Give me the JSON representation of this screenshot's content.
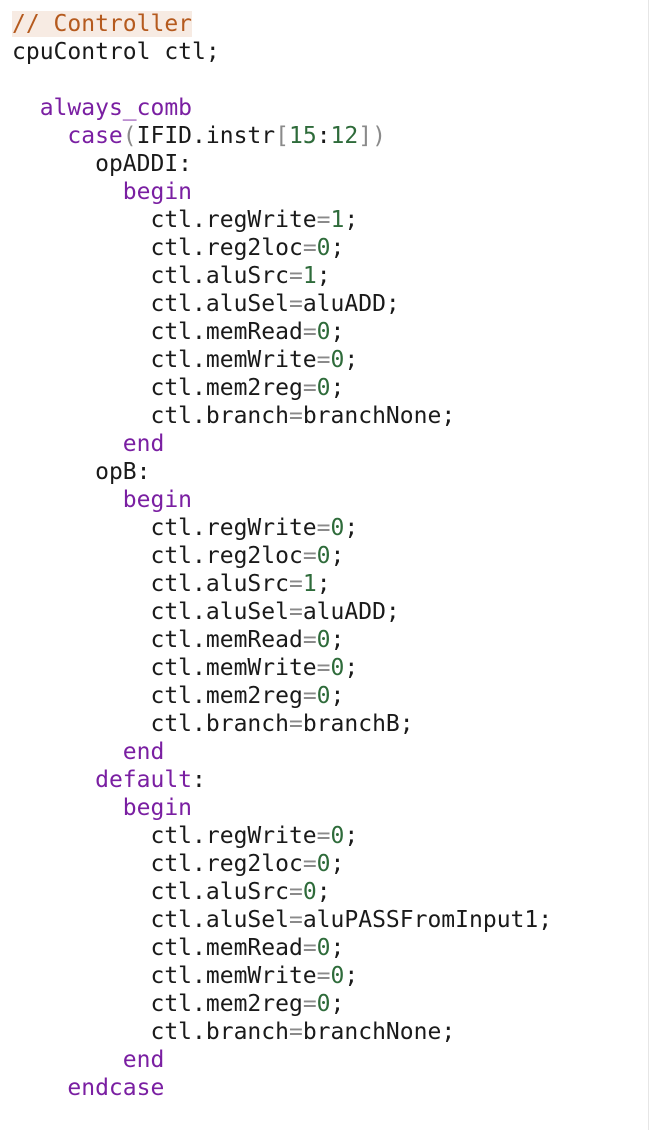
{
  "editor": {
    "colors": {
      "comment": "#b55a1e",
      "comment_bg": "#f7ebe3",
      "keyword": "#7a1fa2",
      "number": "#2e6b3a",
      "operator": "#8a8a8a",
      "identifier": "#1a1a1a"
    },
    "lines": [
      {
        "indent": 0,
        "tokens": [
          {
            "t": "comment",
            "v": "// Controller"
          }
        ]
      },
      {
        "indent": 0,
        "tokens": [
          {
            "t": "ident",
            "v": "cpuControl ctl;"
          }
        ]
      },
      {
        "indent": 0,
        "tokens": []
      },
      {
        "indent": 1,
        "tokens": [
          {
            "t": "kw",
            "v": "always_comb"
          }
        ]
      },
      {
        "indent": 2,
        "tokens": [
          {
            "t": "kw",
            "v": "case"
          },
          {
            "t": "br",
            "v": "("
          },
          {
            "t": "ident",
            "v": "IFID.instr"
          },
          {
            "t": "br",
            "v": "["
          },
          {
            "t": "num",
            "v": "15"
          },
          {
            "t": "punct",
            "v": ":"
          },
          {
            "t": "num",
            "v": "12"
          },
          {
            "t": "br",
            "v": "])"
          }
        ]
      },
      {
        "indent": 3,
        "tokens": [
          {
            "t": "ident",
            "v": "opADDI:"
          }
        ]
      },
      {
        "indent": 4,
        "tokens": [
          {
            "t": "kw",
            "v": "begin"
          }
        ]
      },
      {
        "indent": 5,
        "tokens": [
          {
            "t": "ident",
            "v": "ctl.regWrite"
          },
          {
            "t": "op",
            "v": "="
          },
          {
            "t": "num",
            "v": "1"
          },
          {
            "t": "punct",
            "v": ";"
          }
        ]
      },
      {
        "indent": 5,
        "tokens": [
          {
            "t": "ident",
            "v": "ctl.reg2loc"
          },
          {
            "t": "op",
            "v": "="
          },
          {
            "t": "num",
            "v": "0"
          },
          {
            "t": "punct",
            "v": ";"
          }
        ]
      },
      {
        "indent": 5,
        "tokens": [
          {
            "t": "ident",
            "v": "ctl.aluSrc"
          },
          {
            "t": "op",
            "v": "="
          },
          {
            "t": "num",
            "v": "1"
          },
          {
            "t": "punct",
            "v": ";"
          }
        ]
      },
      {
        "indent": 5,
        "tokens": [
          {
            "t": "ident",
            "v": "ctl.aluSel"
          },
          {
            "t": "op",
            "v": "="
          },
          {
            "t": "ident",
            "v": "aluADD"
          },
          {
            "t": "punct",
            "v": ";"
          }
        ]
      },
      {
        "indent": 5,
        "tokens": [
          {
            "t": "ident",
            "v": "ctl.memRead"
          },
          {
            "t": "op",
            "v": "="
          },
          {
            "t": "num",
            "v": "0"
          },
          {
            "t": "punct",
            "v": ";"
          }
        ]
      },
      {
        "indent": 5,
        "tokens": [
          {
            "t": "ident",
            "v": "ctl.memWrite"
          },
          {
            "t": "op",
            "v": "="
          },
          {
            "t": "num",
            "v": "0"
          },
          {
            "t": "punct",
            "v": ";"
          }
        ]
      },
      {
        "indent": 5,
        "tokens": [
          {
            "t": "ident",
            "v": "ctl.mem2reg"
          },
          {
            "t": "op",
            "v": "="
          },
          {
            "t": "num",
            "v": "0"
          },
          {
            "t": "punct",
            "v": ";"
          }
        ]
      },
      {
        "indent": 5,
        "tokens": [
          {
            "t": "ident",
            "v": "ctl.branch"
          },
          {
            "t": "op",
            "v": "="
          },
          {
            "t": "ident",
            "v": "branchNone"
          },
          {
            "t": "punct",
            "v": ";"
          }
        ]
      },
      {
        "indent": 4,
        "tokens": [
          {
            "t": "kw",
            "v": "end"
          }
        ]
      },
      {
        "indent": 3,
        "tokens": [
          {
            "t": "ident",
            "v": "opB:"
          }
        ]
      },
      {
        "indent": 4,
        "tokens": [
          {
            "t": "kw",
            "v": "begin"
          }
        ]
      },
      {
        "indent": 5,
        "tokens": [
          {
            "t": "ident",
            "v": "ctl.regWrite"
          },
          {
            "t": "op",
            "v": "="
          },
          {
            "t": "num",
            "v": "0"
          },
          {
            "t": "punct",
            "v": ";"
          }
        ]
      },
      {
        "indent": 5,
        "tokens": [
          {
            "t": "ident",
            "v": "ctl.reg2loc"
          },
          {
            "t": "op",
            "v": "="
          },
          {
            "t": "num",
            "v": "0"
          },
          {
            "t": "punct",
            "v": ";"
          }
        ]
      },
      {
        "indent": 5,
        "tokens": [
          {
            "t": "ident",
            "v": "ctl.aluSrc"
          },
          {
            "t": "op",
            "v": "="
          },
          {
            "t": "num",
            "v": "1"
          },
          {
            "t": "punct",
            "v": ";"
          }
        ]
      },
      {
        "indent": 5,
        "tokens": [
          {
            "t": "ident",
            "v": "ctl.aluSel"
          },
          {
            "t": "op",
            "v": "="
          },
          {
            "t": "ident",
            "v": "aluADD"
          },
          {
            "t": "punct",
            "v": ";"
          }
        ]
      },
      {
        "indent": 5,
        "tokens": [
          {
            "t": "ident",
            "v": "ctl.memRead"
          },
          {
            "t": "op",
            "v": "="
          },
          {
            "t": "num",
            "v": "0"
          },
          {
            "t": "punct",
            "v": ";"
          }
        ]
      },
      {
        "indent": 5,
        "tokens": [
          {
            "t": "ident",
            "v": "ctl.memWrite"
          },
          {
            "t": "op",
            "v": "="
          },
          {
            "t": "num",
            "v": "0"
          },
          {
            "t": "punct",
            "v": ";"
          }
        ]
      },
      {
        "indent": 5,
        "tokens": [
          {
            "t": "ident",
            "v": "ctl.mem2reg"
          },
          {
            "t": "op",
            "v": "="
          },
          {
            "t": "num",
            "v": "0"
          },
          {
            "t": "punct",
            "v": ";"
          }
        ]
      },
      {
        "indent": 5,
        "tokens": [
          {
            "t": "ident",
            "v": "ctl.branch"
          },
          {
            "t": "op",
            "v": "="
          },
          {
            "t": "ident",
            "v": "branchB"
          },
          {
            "t": "punct",
            "v": ";"
          }
        ]
      },
      {
        "indent": 4,
        "tokens": [
          {
            "t": "kw",
            "v": "end"
          }
        ]
      },
      {
        "indent": 3,
        "tokens": [
          {
            "t": "kw",
            "v": "default"
          },
          {
            "t": "punct",
            "v": ":"
          }
        ]
      },
      {
        "indent": 4,
        "tokens": [
          {
            "t": "kw",
            "v": "begin"
          }
        ]
      },
      {
        "indent": 5,
        "tokens": [
          {
            "t": "ident",
            "v": "ctl.regWrite"
          },
          {
            "t": "op",
            "v": "="
          },
          {
            "t": "num",
            "v": "0"
          },
          {
            "t": "punct",
            "v": ";"
          }
        ]
      },
      {
        "indent": 5,
        "tokens": [
          {
            "t": "ident",
            "v": "ctl.reg2loc"
          },
          {
            "t": "op",
            "v": "="
          },
          {
            "t": "num",
            "v": "0"
          },
          {
            "t": "punct",
            "v": ";"
          }
        ]
      },
      {
        "indent": 5,
        "tokens": [
          {
            "t": "ident",
            "v": "ctl.aluSrc"
          },
          {
            "t": "op",
            "v": "="
          },
          {
            "t": "num",
            "v": "0"
          },
          {
            "t": "punct",
            "v": ";"
          }
        ]
      },
      {
        "indent": 5,
        "tokens": [
          {
            "t": "ident",
            "v": "ctl.aluSel"
          },
          {
            "t": "op",
            "v": "="
          },
          {
            "t": "ident",
            "v": "aluPASSFromInput1"
          },
          {
            "t": "punct",
            "v": ";"
          }
        ]
      },
      {
        "indent": 5,
        "tokens": [
          {
            "t": "ident",
            "v": "ctl.memRead"
          },
          {
            "t": "op",
            "v": "="
          },
          {
            "t": "num",
            "v": "0"
          },
          {
            "t": "punct",
            "v": ";"
          }
        ]
      },
      {
        "indent": 5,
        "tokens": [
          {
            "t": "ident",
            "v": "ctl.memWrite"
          },
          {
            "t": "op",
            "v": "="
          },
          {
            "t": "num",
            "v": "0"
          },
          {
            "t": "punct",
            "v": ";"
          }
        ]
      },
      {
        "indent": 5,
        "tokens": [
          {
            "t": "ident",
            "v": "ctl.mem2reg"
          },
          {
            "t": "op",
            "v": "="
          },
          {
            "t": "num",
            "v": "0"
          },
          {
            "t": "punct",
            "v": ";"
          }
        ]
      },
      {
        "indent": 5,
        "tokens": [
          {
            "t": "ident",
            "v": "ctl.branch"
          },
          {
            "t": "op",
            "v": "="
          },
          {
            "t": "ident",
            "v": "branchNone"
          },
          {
            "t": "punct",
            "v": ";"
          }
        ]
      },
      {
        "indent": 4,
        "tokens": [
          {
            "t": "kw",
            "v": "end"
          }
        ]
      },
      {
        "indent": 2,
        "tokens": [
          {
            "t": "kw",
            "v": "endcase"
          }
        ]
      }
    ]
  }
}
